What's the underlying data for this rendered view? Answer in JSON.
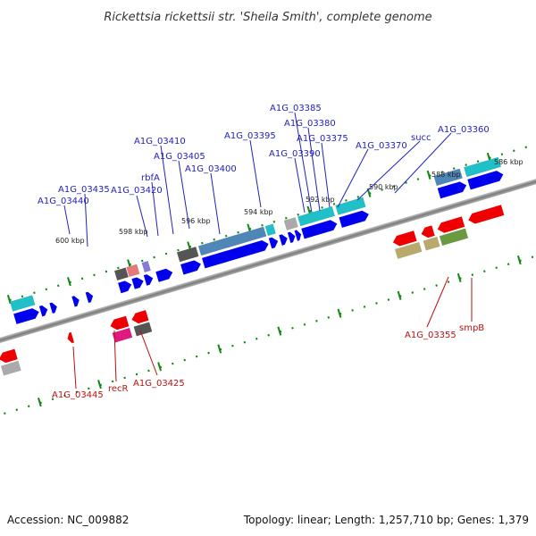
{
  "header": {
    "title": "Rickettsia rickettsii str. 'Sheila Smith', complete genome"
  },
  "footer": {
    "accession": "Accession: NC_009882",
    "summary": "Topology: linear; Length: 1,257,710 bp; Genes: 1,379"
  },
  "scale": {
    "ticks": [
      "600 kbp",
      "598 kbp",
      "596 kbp",
      "594 kbp",
      "592 kbp",
      "590 kbp",
      "588 kbp",
      "586 kbp"
    ]
  },
  "labels": {
    "upper": [
      "A1G_03440",
      "A1G_03435",
      "A1G_03420",
      "rbfA",
      "A1G_03410",
      "A1G_03405",
      "A1G_03400",
      "A1G_03395",
      "A1G_03390",
      "A1G_03385",
      "A1G_03380",
      "A1G_03375",
      "A1G_03370",
      "succ",
      "A1G_03360"
    ],
    "lower": [
      "A1G_03445",
      "recR",
      "A1G_03425",
      "A1G_03355",
      "smpB"
    ]
  },
  "colors": {
    "forward_cds": "#0000ee",
    "reverse_cds": "#ee0000",
    "cyan": "#20c0c8",
    "steel": "#4f86b8",
    "dark_grey": "#555555",
    "light_grey": "#aaaaaa",
    "pink": "#e01880",
    "salmon": "#e87878",
    "lilac": "#8878d8",
    "khaki": "#b8aa6a",
    "olive": "#6a9a40",
    "tick_green": "#118811",
    "backbone": "#888888"
  }
}
